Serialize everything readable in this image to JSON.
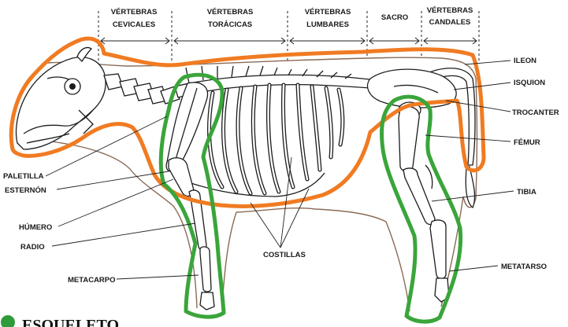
{
  "title": "ESQUELETO",
  "colors": {
    "axial_outline": "#f07b22",
    "limb_outline": "#3aa53a",
    "body_outline": "#8a6a55",
    "bullet": "#2e9b3a"
  },
  "regions": [
    {
      "line1": "VÉRTEBRAS",
      "line2": "CEVICALES"
    },
    {
      "line1": "VÉRTEBRAS",
      "line2": "TORÁCICAS"
    },
    {
      "line1": "VÉRTEBRAS",
      "line2": "LUMBARES"
    },
    {
      "line1": "SACRO",
      "line2": ""
    },
    {
      "line1": "VÉRTEBRAS",
      "line2": "CANDALES"
    }
  ],
  "labels": {
    "paletilla": "PALETILLA",
    "esternon": "ESTERNÓN",
    "humero": "HÚMERO",
    "radio": "RADIO",
    "metacarpo": "METACARPO",
    "costillas": "COSTILLAS",
    "ileon": "ILEON",
    "isquion": "ISQUION",
    "trocanter": "TROCANTER",
    "femur": "FÉMUR",
    "tibia": "TIBIA",
    "metatarso": "METATARSO"
  }
}
